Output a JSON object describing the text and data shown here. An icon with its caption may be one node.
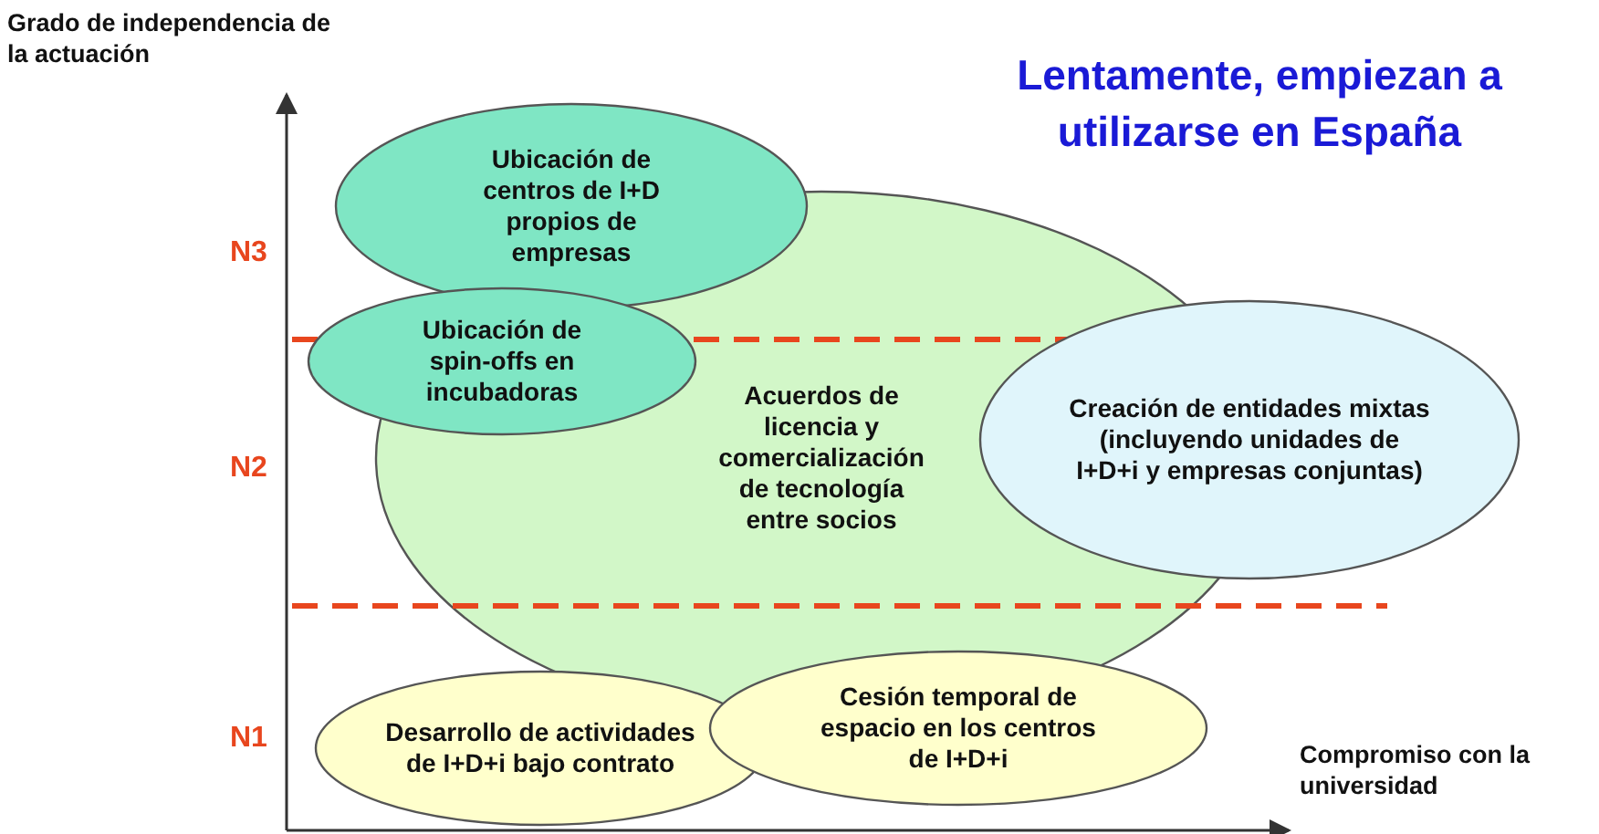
{
  "diagram": {
    "title": "Lentamente, empiezan a utilizarse en España",
    "nodes": [
      {
        "text": [
          "Ubicación de centros de I+D propios de empresas"
        ]
      },
      {
        "text": [
          "Ubicación de spin-offs en incubadoras"
        ]
      },
      {
        "text": [
          "Acuerdos de licencia y comercialización de tecnología entre socios"
        ]
      },
      {
        "text": [
          "Creación de entidades mixtas (incluyendo unidades de I+D+i y empresas conjuntas)"
        ]
      },
      {
        "text": [
          "Desarrollo de actividades de I+D+i bajo contrato"
        ]
      },
      {
        "text": [
          "Cesión temporal de espacio en los centros de I+D+i"
        ]
      }
    ],
    "labels": [
      "Grado de independencia de la actuación",
      "N3",
      "N2",
      "N1",
      "Compromiso con la universidad"
    ]
  }
}
